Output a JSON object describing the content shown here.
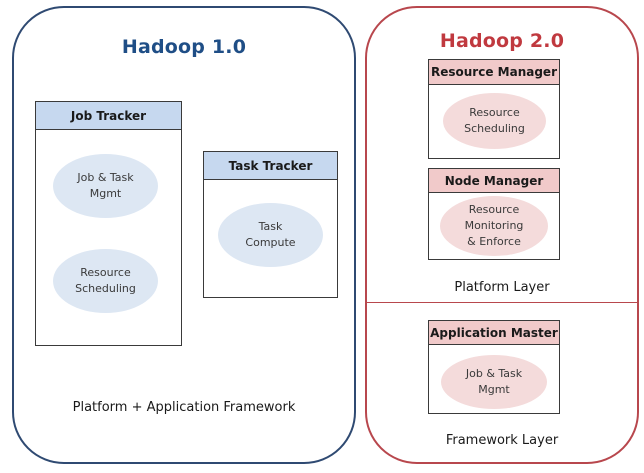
{
  "hadoop1": {
    "title": "Hadoop 1.0",
    "job_tracker": {
      "label": "Job Tracker",
      "functions": [
        "Job & Task\nMgmt",
        "Resource\nScheduling"
      ]
    },
    "task_tracker": {
      "label": "Task Tracker",
      "functions": [
        "Task\nCompute"
      ]
    },
    "caption": "Platform + Application Framework"
  },
  "hadoop2": {
    "title": "Hadoop 2.0",
    "resource_manager": {
      "label": "Resource Manager",
      "functions": [
        "Resource\nScheduling"
      ]
    },
    "node_manager": {
      "label": "Node Manager",
      "functions": [
        "Resource\nMonitoring\n& Enforce"
      ]
    },
    "platform_caption": "Platform Layer",
    "application_master": {
      "label": "Application Master",
      "functions": [
        "Job & Task\nMgmt"
      ]
    },
    "framework_caption": "Framework Layer"
  },
  "colors": {
    "hadoop1_border": "#2f4a72",
    "hadoop1_title": "#1f4e86",
    "hadoop2_border": "#b8474d",
    "hadoop2_title": "#c0393f",
    "blue_header": "#c6d8ef",
    "blue_ellipse": "#dde7f3",
    "red_header": "#f1caca",
    "red_ellipse": "#f4dbdb"
  }
}
